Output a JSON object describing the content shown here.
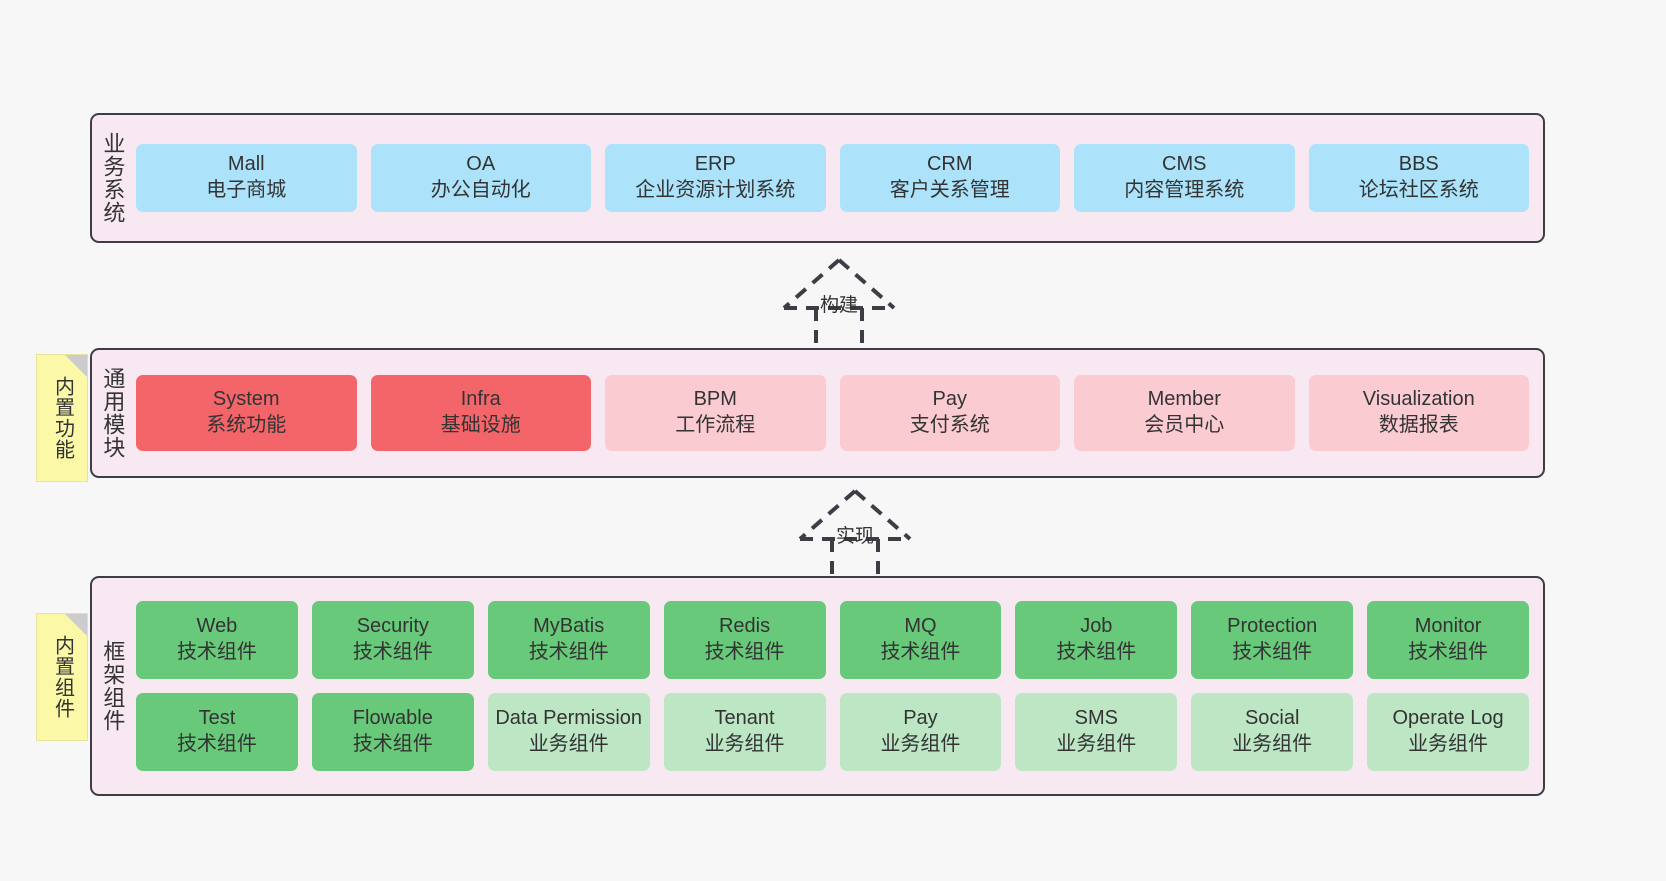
{
  "diagram": {
    "layers": [
      {
        "id": "business",
        "title": "业务系统",
        "rows": [
          {
            "cards": [
              {
                "name": "Mall",
                "desc": "电子商城",
                "color": "#ace3fb"
              },
              {
                "name": "OA",
                "desc": "办公自动化",
                "color": "#ace3fb"
              },
              {
                "name": "ERP",
                "desc": "企业资源计划系统",
                "color": "#ace3fb"
              },
              {
                "name": "CRM",
                "desc": "客户关系管理",
                "color": "#ace3fb"
              },
              {
                "name": "CMS",
                "desc": "内容管理系统",
                "color": "#ace3fb"
              },
              {
                "name": "BBS",
                "desc": "论坛社区系统",
                "color": "#ace3fb"
              }
            ]
          }
        ]
      },
      {
        "id": "modules",
        "title": "通用模块",
        "rows": [
          {
            "cards": [
              {
                "name": "System",
                "desc": "系统功能",
                "color": "#f4656a"
              },
              {
                "name": "Infra",
                "desc": "基础设施",
                "color": "#f4656a"
              },
              {
                "name": "BPM",
                "desc": "工作流程",
                "color": "#fbcbd2"
              },
              {
                "name": "Pay",
                "desc": "支付系统",
                "color": "#fbcbd2"
              },
              {
                "name": "Member",
                "desc": "会员中心",
                "color": "#fbcbd2"
              },
              {
                "name": "Visualization",
                "desc": "数据报表",
                "color": "#fbcbd2"
              }
            ]
          }
        ]
      },
      {
        "id": "framework",
        "title": "框架组件",
        "rows": [
          {
            "cards": [
              {
                "name": "Web",
                "desc": "技术组件",
                "color": "#68c97a"
              },
              {
                "name": "Security",
                "desc": "技术组件",
                "color": "#68c97a"
              },
              {
                "name": "MyBatis",
                "desc": "技术组件",
                "color": "#68c97a"
              },
              {
                "name": "Redis",
                "desc": "技术组件",
                "color": "#68c97a"
              },
              {
                "name": "MQ",
                "desc": "技术组件",
                "color": "#68c97a"
              },
              {
                "name": "Job",
                "desc": "技术组件",
                "color": "#68c97a"
              },
              {
                "name": "Protection",
                "desc": "技术组件",
                "color": "#68c97a"
              },
              {
                "name": "Monitor",
                "desc": "技术组件",
                "color": "#68c97a"
              }
            ]
          },
          {
            "cards": [
              {
                "name": "Test",
                "desc": "技术组件",
                "color": "#68c97a"
              },
              {
                "name": "Flowable",
                "desc": "技术组件",
                "color": "#68c97a"
              },
              {
                "name": "Data Permission",
                "desc": "业务组件",
                "color": "#bde7c4"
              },
              {
                "name": "Tenant",
                "desc": "业务组件",
                "color": "#bde7c4"
              },
              {
                "name": "Pay",
                "desc": "业务组件",
                "color": "#bde7c4"
              },
              {
                "name": "SMS",
                "desc": "业务组件",
                "color": "#bde7c4"
              },
              {
                "name": "Social",
                "desc": "业务组件",
                "color": "#bde7c4"
              },
              {
                "name": "Operate Log",
                "desc": "业务组件",
                "color": "#bde7c4"
              }
            ]
          }
        ]
      }
    ],
    "notes": [
      {
        "id": "builtin-function",
        "text": "内置功能"
      },
      {
        "id": "builtin-component",
        "text": "内置组件"
      }
    ],
    "connectors": [
      {
        "id": "build",
        "label": "构建"
      },
      {
        "id": "realize",
        "label": "实现"
      }
    ],
    "colors": {
      "canvas": "#f7f7f7",
      "panel_background": "#f8e8f2",
      "panel_border": "#3d3d45",
      "note_background": "#fbf8a8",
      "note_fold": "#cccccc",
      "connector_line": "#3d3d45",
      "text": "#333333"
    }
  }
}
